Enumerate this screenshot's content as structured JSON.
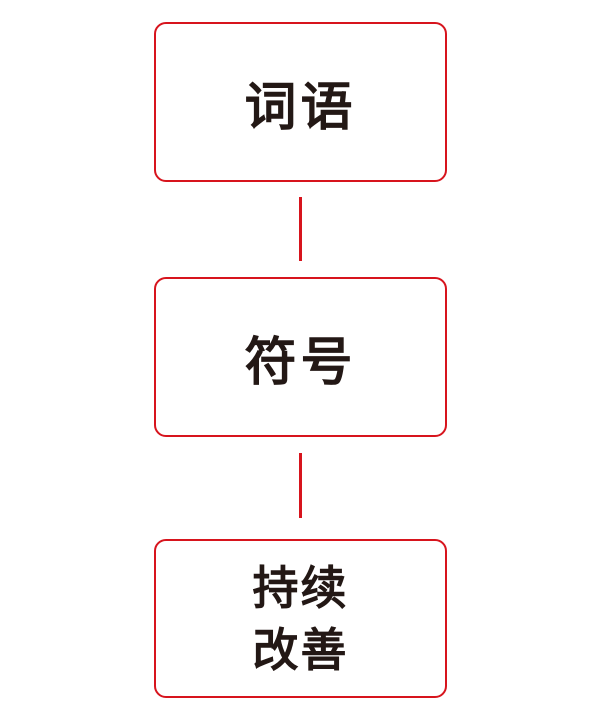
{
  "diagram": {
    "nodes": [
      {
        "id": "words",
        "label": "词语"
      },
      {
        "id": "symbols",
        "label": "符号"
      },
      {
        "id": "improvement",
        "lines": [
          "持续",
          "改善"
        ]
      }
    ],
    "edges": [
      {
        "from": "words",
        "to": "symbols"
      },
      {
        "from": "symbols",
        "to": "improvement"
      }
    ],
    "colors": {
      "box_border": "#d7141d",
      "connector": "#d7141d",
      "text": "#231815",
      "background": "#ffffff"
    }
  }
}
